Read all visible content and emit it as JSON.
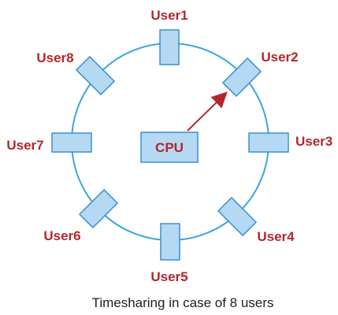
{
  "caption": "Timesharing in case of 8 users",
  "cpu_label": "CPU",
  "users": [
    {
      "label": "User1"
    },
    {
      "label": "User2"
    },
    {
      "label": "User3"
    },
    {
      "label": "User4"
    },
    {
      "label": "User5"
    },
    {
      "label": "User6"
    },
    {
      "label": "User7"
    },
    {
      "label": "User8"
    }
  ],
  "colors": {
    "ring": "#3aa7e0",
    "terminal_fill": "#b5d9f3",
    "terminal_stroke": "#3a8fd0",
    "label": "#b3262e",
    "arrow": "#b3262e",
    "caption": "#222222"
  }
}
